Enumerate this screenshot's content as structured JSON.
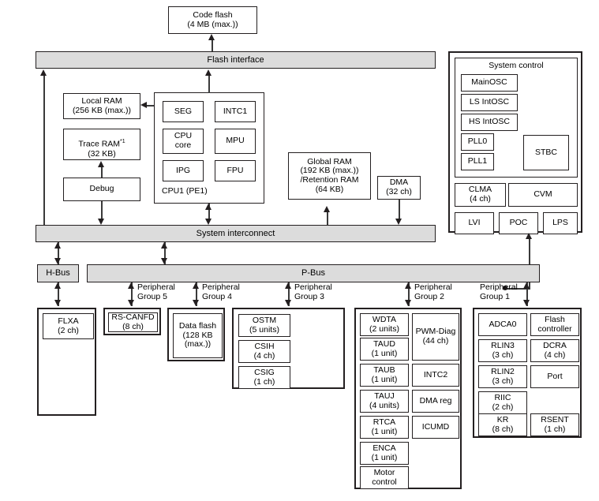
{
  "diagram": {
    "title": "Microcontroller block diagram",
    "fill_gray": "#dcdcdc",
    "stroke": "#231f20"
  },
  "memory": {
    "code_flash": "Code flash\n(4 MB (max.))",
    "local_ram": "Local RAM\n(256 KB (max.))",
    "trace_ram_name": "Trace RAM",
    "trace_ram_footnote": "*1",
    "trace_ram_size": "(32 KB)",
    "debug": "Debug",
    "global_ram": "Global RAM\n(192 KB (max.))\n/Retention RAM\n(64 KB)",
    "dma": "DMA\n(32 ch)"
  },
  "buses": {
    "flash_interface": "Flash interface",
    "system_interconnect": "System interconnect",
    "h_bus": "H-Bus",
    "p_bus": "P-Bus"
  },
  "cpu1": {
    "caption": "CPU1 (PE1)",
    "blocks": [
      {
        "label": "SEG"
      },
      {
        "label": "INTC1"
      },
      {
        "label": "CPU\ncore"
      },
      {
        "label": "MPU"
      },
      {
        "label": "IPG"
      },
      {
        "label": "FPU"
      }
    ]
  },
  "system_control": {
    "title": "System control",
    "clock_blocks": [
      {
        "label": "MainOSC"
      },
      {
        "label": "LS IntOSC"
      },
      {
        "label": "HS IntOSC"
      },
      {
        "label": "PLL0"
      },
      {
        "label": "PLL1"
      }
    ],
    "stbc": "STBC",
    "monitor_blocks": [
      {
        "label": "CLMA\n(4 ch)"
      },
      {
        "label": "CVM"
      }
    ],
    "supply_blocks": [
      {
        "label": "LVI"
      },
      {
        "label": "POC"
      },
      {
        "label": "LPS"
      }
    ]
  },
  "peripheral_labels": {
    "group5": "Peripheral\nGroup 5",
    "group4": "Peripheral\nGroup 4",
    "group3": "Peripheral\nGroup 3",
    "group2": "Peripheral\nGroup 2",
    "group1": "Peripheral\nGroup 1"
  },
  "h_bus_group": {
    "blocks": [
      {
        "label": "FLXA\n(2 ch)"
      }
    ]
  },
  "group5": {
    "blocks": [
      {
        "label": "RS-CANFD\n(8 ch)"
      }
    ]
  },
  "group4": {
    "blocks": [
      {
        "label": "Data flash\n(128 KB\n(max.))"
      }
    ]
  },
  "group3": {
    "blocks": [
      {
        "label": "OSTM\n(5 units)"
      },
      {
        "label": "CSIH\n(4 ch)"
      },
      {
        "label": "CSIG\n(1 ch)"
      }
    ]
  },
  "group2": {
    "col_left": [
      {
        "label": "WDTA\n(2 units)"
      },
      {
        "label": "TAUD\n(1 unit)"
      },
      {
        "label": "TAUB\n(1 unit)"
      },
      {
        "label": "TAUJ\n(4 units)"
      },
      {
        "label": "RTCA\n(1 unit)"
      },
      {
        "label": "ENCA\n(1 unit)"
      },
      {
        "label": "Motor\ncontrol"
      }
    ],
    "col_right": [
      {
        "label": "PWM-Diag\n(44 ch)"
      },
      {
        "label": "INTC2"
      },
      {
        "label": "DMA reg"
      },
      {
        "label": "ICUMD"
      }
    ]
  },
  "group1": {
    "col_left": [
      {
        "label": "ADCA0"
      },
      {
        "label": "RLIN3\n(3 ch)"
      },
      {
        "label": "RLIN2\n(3 ch)"
      },
      {
        "label": "RIIC\n(2 ch)"
      },
      {
        "label": "KR\n(8 ch)"
      }
    ],
    "col_right": [
      {
        "label": "Flash\ncontroller"
      },
      {
        "label": "DCRA\n(4 ch)"
      },
      {
        "label": "Port"
      },
      {
        "label": "RSENT\n(1 ch)"
      }
    ]
  }
}
